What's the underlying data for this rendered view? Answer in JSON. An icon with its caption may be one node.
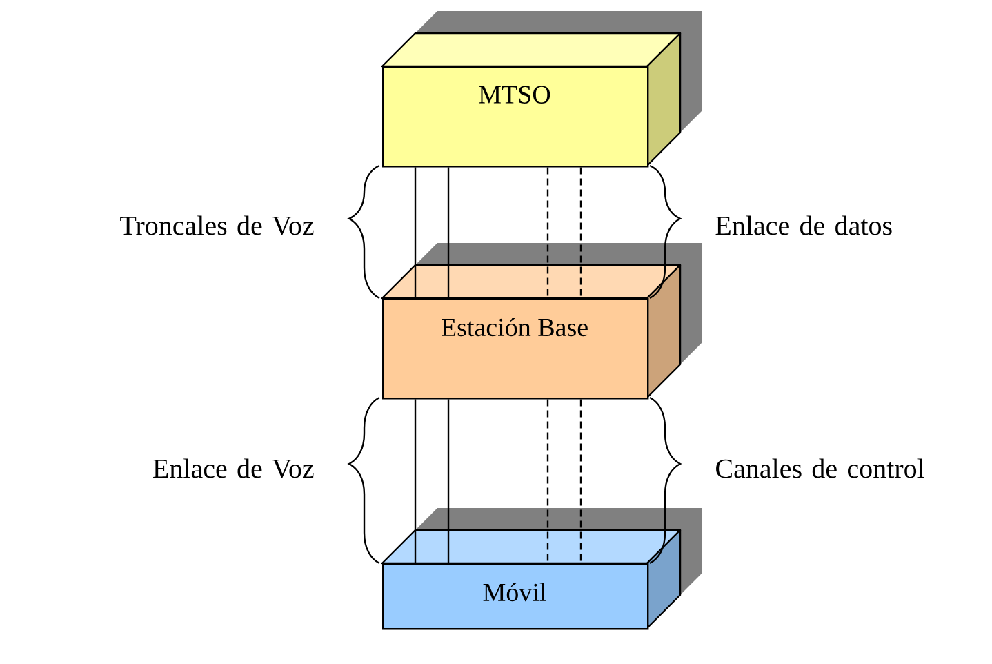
{
  "diagram": {
    "nodes": [
      {
        "text": [
          "MTSO"
        ]
      },
      {
        "text": [
          "Estación Base"
        ]
      },
      {
        "text": [
          "Móvil"
        ]
      }
    ],
    "edges": [
      {
        "from": 0,
        "to": 1,
        "arrow": "none"
      },
      {
        "from": 0,
        "to": 1,
        "arrow": "none"
      },
      {
        "from": 0,
        "to": 1,
        "arrow": "none",
        "style": "dashed"
      },
      {
        "from": 0,
        "to": 1,
        "arrow": "none",
        "style": "dashed"
      },
      {
        "from": 1,
        "to": 2,
        "arrow": "none"
      },
      {
        "from": 1,
        "to": 2,
        "arrow": "none"
      },
      {
        "from": 1,
        "to": 2,
        "arrow": "none",
        "style": "dashed"
      },
      {
        "from": 1,
        "to": 2,
        "arrow": "none",
        "style": "dashed"
      }
    ],
    "labels": [
      "Troncales de Voz",
      "Enlace de datos",
      "Enlace de Voz",
      "Canales de control"
    ]
  }
}
